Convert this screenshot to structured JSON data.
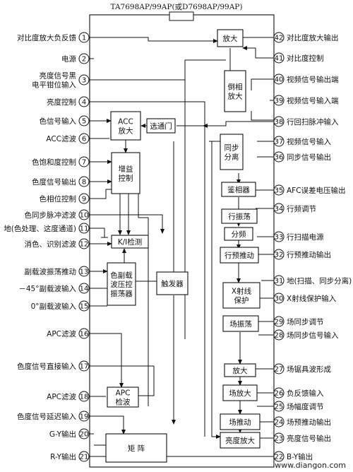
{
  "title": "TA7698AP/99AP(或D7698AP/99AP)",
  "watermark": "www.diangon.com",
  "left_pins": [
    {
      "num": "1",
      "label": "对比度放大负反馈"
    },
    {
      "num": "2",
      "label": "电源"
    },
    {
      "num": "3",
      "label": "亮度信号黑\n电平钳位输入"
    },
    {
      "num": "4",
      "label": "亮度控制"
    },
    {
      "num": "5",
      "label": "色信号输入"
    },
    {
      "num": "6",
      "label": "ACC滤波"
    },
    {
      "num": "7",
      "label": "色饱和度控制"
    },
    {
      "num": "8",
      "label": "色度信号输出"
    },
    {
      "num": "9",
      "label": "色相位控制"
    },
    {
      "num": "10",
      "label": "色同步脉冲滤波"
    },
    {
      "num": "11",
      "label": "地(色处理、这度通道)"
    },
    {
      "num": "12",
      "label": "消色、识别滤波"
    },
    {
      "num": "13",
      "label": "副载波振荡推动"
    },
    {
      "num": "14",
      "label": "－45°副载波输入"
    },
    {
      "num": "15",
      "label": "0°副载波输入"
    },
    {
      "num": "16",
      "label": "APC滤波"
    },
    {
      "num": "17",
      "label": "色度信号直接输入"
    },
    {
      "num": "18",
      "label": "APC滤波"
    },
    {
      "num": "19",
      "label": "色度信号延迟输入"
    },
    {
      "num": "20",
      "label": "G-Y输出"
    },
    {
      "num": "21",
      "label": "R-Y输出"
    }
  ],
  "right_pins": [
    {
      "num": "42",
      "label": "对比度放大输出"
    },
    {
      "num": "41",
      "label": "对比度控制"
    },
    {
      "num": "40",
      "label": "视频信号输出端"
    },
    {
      "num": "39",
      "label": "视频信号输入端"
    },
    {
      "num": "38",
      "label": "行回扫脉冲输入"
    },
    {
      "num": "37",
      "label": "视频信号输入"
    },
    {
      "num": "36",
      "label": "同步信号输出"
    },
    {
      "num": "35",
      "label": "AFC误差电压输出"
    },
    {
      "num": "34",
      "label": "行频调节"
    },
    {
      "num": "33",
      "label": "行扫描电源"
    },
    {
      "num": "32",
      "label": "行预推动输出"
    },
    {
      "num": "31",
      "label": "地(扫描、同步分离)"
    },
    {
      "num": "30",
      "label": "X射线保护输入"
    },
    {
      "num": "29",
      "label": "场同步调节"
    },
    {
      "num": "28",
      "label": "场同步信号输入"
    },
    {
      "num": "27",
      "label": "场锯具波形成"
    },
    {
      "num": "26",
      "label": "负反馈输入"
    },
    {
      "num": "25",
      "label": "场幅度调节"
    },
    {
      "num": "24",
      "label": "场预推动输出"
    },
    {
      "num": "23",
      "label": "亮度信号输出"
    },
    {
      "num": "22",
      "label": "B-Y输出"
    }
  ],
  "blocks": [
    {
      "id": "amp",
      "name": "block-amp",
      "label": "放大"
    },
    {
      "id": "invamp",
      "name": "block-inverting-amp",
      "label": "倒相\n放大"
    },
    {
      "id": "acc",
      "name": "block-acc-amp",
      "label": "ACC\n放大"
    },
    {
      "id": "gate",
      "name": "block-gate",
      "label": "选通门"
    },
    {
      "id": "gain",
      "name": "block-gain-control",
      "label": "增益\n控制"
    },
    {
      "id": "sync",
      "name": "block-sync-separator",
      "label": "同步\n分离"
    },
    {
      "id": "phase",
      "name": "block-phase-detector",
      "label": "鉴相器"
    },
    {
      "id": "hosc",
      "name": "block-line-oscillator",
      "label": "行振荡"
    },
    {
      "id": "div",
      "name": "block-divider",
      "label": "分频"
    },
    {
      "id": "hpre",
      "name": "block-line-predrive",
      "label": "行预推动"
    },
    {
      "id": "kdet",
      "name": "block-ki-detector",
      "label": "K/I检测"
    },
    {
      "id": "xray",
      "name": "block-xray-protect",
      "label": "X射线\n保护"
    },
    {
      "id": "sub",
      "name": "block-subcarrier-vco",
      "label": "色副载\n波压控\n振荡器"
    },
    {
      "id": "trig",
      "name": "block-trigger",
      "label": "触发器"
    },
    {
      "id": "vosc",
      "name": "block-field-oscillator",
      "label": "场振荡"
    },
    {
      "id": "amp2",
      "name": "block-amp-2",
      "label": "放大"
    },
    {
      "id": "famp",
      "name": "block-field-amp",
      "label": "场放大"
    },
    {
      "id": "apc",
      "name": "block-apc-detector",
      "label": "APC\n检波"
    },
    {
      "id": "fpre",
      "name": "block-field-predrive",
      "label": "场推动"
    },
    {
      "id": "matrix",
      "name": "block-matrix",
      "label": "矩  阵"
    },
    {
      "id": "lamp",
      "name": "block-luma-amp",
      "label": "亮度放大"
    }
  ]
}
